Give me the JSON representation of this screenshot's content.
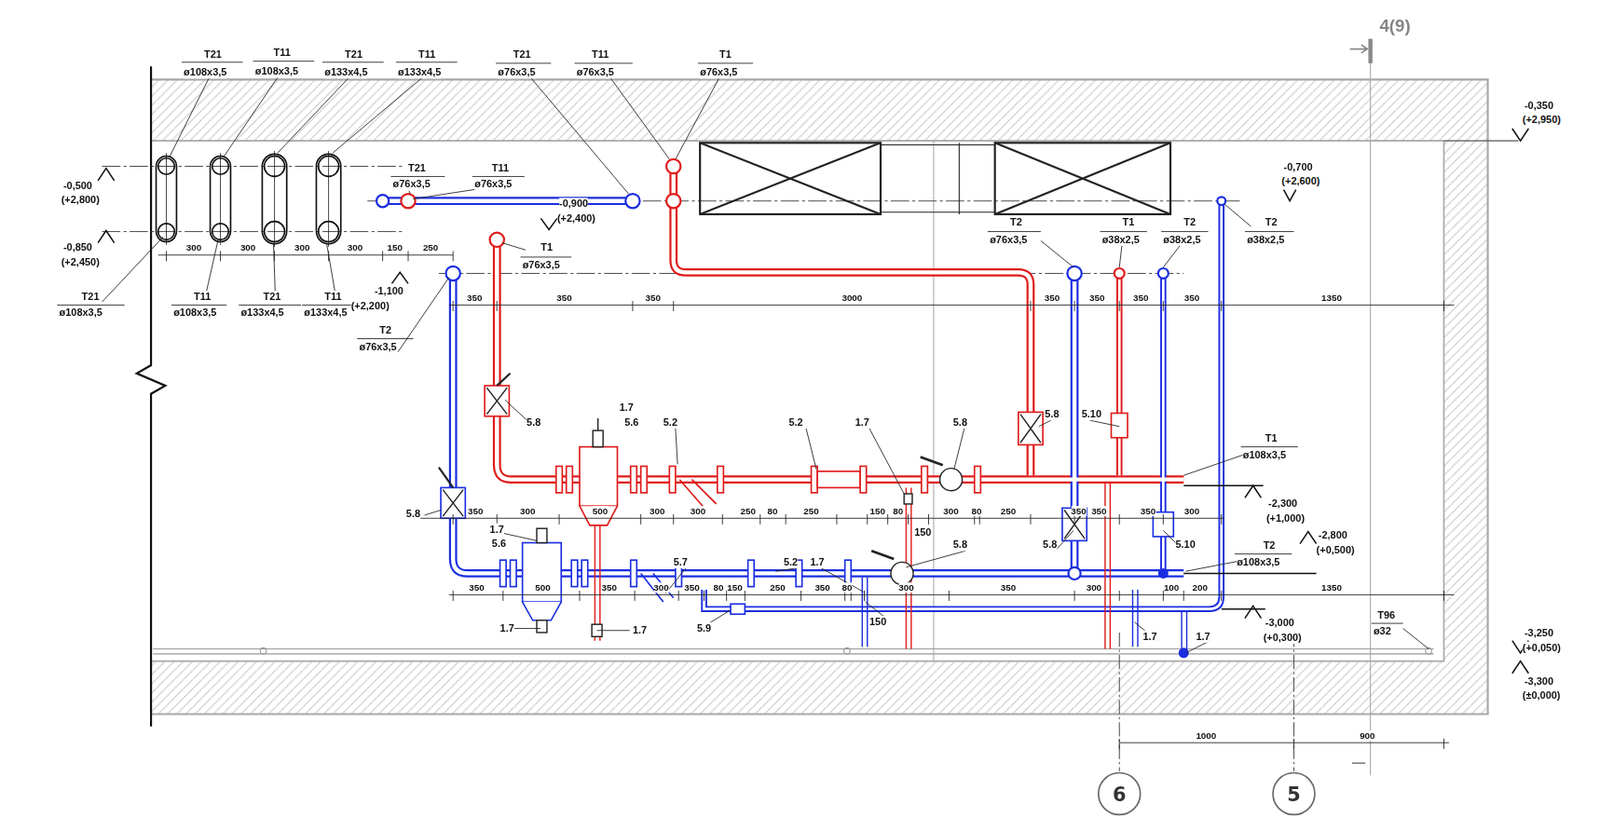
{
  "diagram": {
    "nodes": [
      {
        "text": [
          "6"
        ]
      },
      {
        "text": [
          "5"
        ]
      }
    ],
    "labels": [
      "T21",
      "ø108х3,5",
      "T11",
      "ø108х3,5",
      "T21",
      "ø133х4,5",
      "T11",
      "ø133х4,5",
      "T21",
      "ø76х3,5",
      "T11",
      "ø76х3,5",
      "T1",
      "ø76х3,5",
      "4(9)",
      "-0,350",
      "(+2,950)",
      "-0,700",
      "(+2,600)",
      "-0,500",
      "(+2,800)",
      "-0,850",
      "(+2,450)",
      "T21",
      "ø76х3,5",
      "T11",
      "ø76х3,5",
      "-0,900",
      "(+2,400)",
      "T1",
      "ø76х3,5",
      "-1,100",
      "(+2,200)",
      "T2",
      "ø76х3,5",
      "T21",
      "ø108х3,5",
      "T11",
      "ø108х3,5",
      "T21",
      "ø133х4,5",
      "T11",
      "ø133х4,5",
      "T2",
      "ø76х3,5",
      "T1",
      "ø38х2,5",
      "T2",
      "ø38х2,5",
      "T2",
      "ø38х2,5",
      "T1",
      "ø108х3,5",
      "-2,300",
      "(+1,000)",
      "-2,800",
      "(+0,500)",
      "T2",
      "ø108х3,5",
      "-3,000",
      "(+0,300)",
      "T96",
      "ø32",
      "-3,250",
      "(+0,050)",
      "-3,300",
      "(±0,000)",
      "300",
      "300",
      "300",
      "300",
      "150",
      "250",
      "350",
      "350",
      "350",
      "3000",
      "350",
      "350",
      "350",
      "350",
      "1350",
      "350",
      "300",
      "500",
      "300",
      "300",
      "250",
      "80",
      "250",
      "150",
      "80",
      "300",
      "80",
      "250",
      "350",
      "350",
      "350",
      "300",
      "350",
      "500",
      "350",
      "300",
      "350",
      "80",
      "150",
      "250",
      "350",
      "80",
      "300",
      "350",
      "300",
      "100",
      "200",
      "1350",
      "1000",
      "900",
      "5.8",
      "1.7",
      "5.6",
      "5.2",
      "5.2",
      "1.7",
      "5.8",
      "5.8",
      "5.10",
      "5.8",
      "1.7",
      "5.6",
      "5.7",
      "5.2",
      "1.7",
      "5.8",
      "150",
      "5.8",
      "5.10",
      "1.7",
      "1.7",
      "5.9",
      "150",
      "1.7",
      "1.7"
    ]
  }
}
